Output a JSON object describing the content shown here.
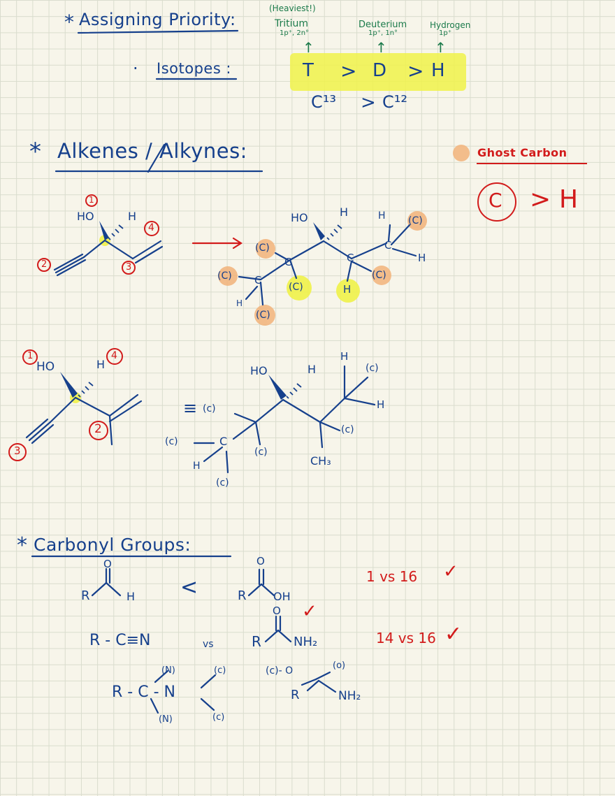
{
  "priority": {
    "star": "*",
    "title": "Assigning Priority:",
    "bullet": "·",
    "isotopes_label": "Isotopes :",
    "heaviest_note": "(Heaviest!)",
    "tritium_name": "Tritium",
    "tritium_comp": "1p⁺, 2n°",
    "deuterium_name": "Deuterium",
    "deuterium_comp": "1p⁺, 1n°",
    "hydrogen_name": "Hydrogen",
    "hydrogen_comp": "1p⁺",
    "arrow_up": "↑",
    "T": "T",
    "D": "D",
    "H": "H",
    "gt": ">",
    "c13": "C¹³",
    "c12": "C¹²"
  },
  "alkenes": {
    "star": "*",
    "title": "Alkenes / Alkynes:",
    "ghost_carbon": "Ghost Carbon",
    "c_letter": "C",
    "gt": ">",
    "h_letter": "H",
    "num1": "1",
    "num2": "2",
    "num3": "3",
    "num4": "4",
    "ho": "HO",
    "h": "H",
    "c": "C",
    "cp": "(C)",
    "cp_lower": "(c)",
    "triple": "≡",
    "ch3": "CH₃"
  },
  "carbonyl": {
    "star": "*",
    "title": "Carbonyl Groups:",
    "R": "R",
    "O": "O",
    "H": "H",
    "OH": "OH",
    "less": "<",
    "nitrile": "R - C≡N",
    "vs": "vs",
    "NH2": "NH₂",
    "comp1": "1 vs 16",
    "comp2": "14 vs 16",
    "check": "✓",
    "r_c_n": "R - C - N",
    "n_paren": "(N)",
    "c_paren": "(c)",
    "o_paren": "(o)",
    "c_o": "(c)- O"
  },
  "colors": {
    "ink_blue": "#16408c",
    "ink_red": "#d21b1b",
    "ink_green": "#1b7a4a",
    "highlight_yellow": "#f0f24a",
    "ghost_orange": "#f2b37a"
  }
}
